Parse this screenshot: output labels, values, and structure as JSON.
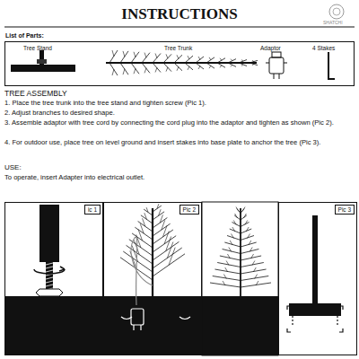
{
  "diagram": {
    "title": "INSTRUCTIONS",
    "nodes": [
      {
        "text": [
          "List of Parts:"
        ]
      },
      {
        "text": [
          "ic 1"
        ]
      },
      {
        "text": [
          "Pic 2"
        ]
      },
      {
        "text": [
          "Pic 3"
        ]
      }
    ],
    "labels": [
      "SHATCHI",
      "Tree Stand",
      "Tree Trunk",
      "Adaptor",
      "4 Stakes",
      "TREE ASSEMBLY",
      "1. Place the tree trunk into the tree stand and tighten screw (Pic 1).",
      "2. Adjust branches to desired shape.",
      "3. Assemble adaptor with tree cord by connecting the cord plug into the adaptor and tighten as shown (Pic 2).",
      "4. For outdoor use, place tree on level ground and insert stakes into base plate to anchor the tree (Pic 3).",
      "USE:",
      "To operate, insert Adapter into electrical outlet."
    ]
  }
}
